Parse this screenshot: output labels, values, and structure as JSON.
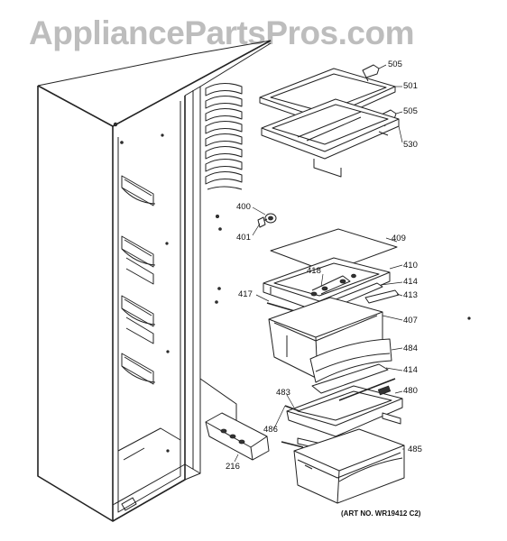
{
  "watermark": "AppliancePartsPros.com",
  "art_number": "(ART NO. WR19412 C2)",
  "callouts": {
    "c505a": "505",
    "c501": "501",
    "c505b": "505",
    "c530": "530",
    "c400": "400",
    "c401": "401",
    "c409": "409",
    "c418": "418",
    "c410": "410",
    "c414a": "414",
    "c417": "417",
    "c413": "413",
    "c407": "407",
    "c484": "484",
    "c414b": "414",
    "c483": "483",
    "c480": "480",
    "c486": "486",
    "c485": "485",
    "c216": "216"
  }
}
